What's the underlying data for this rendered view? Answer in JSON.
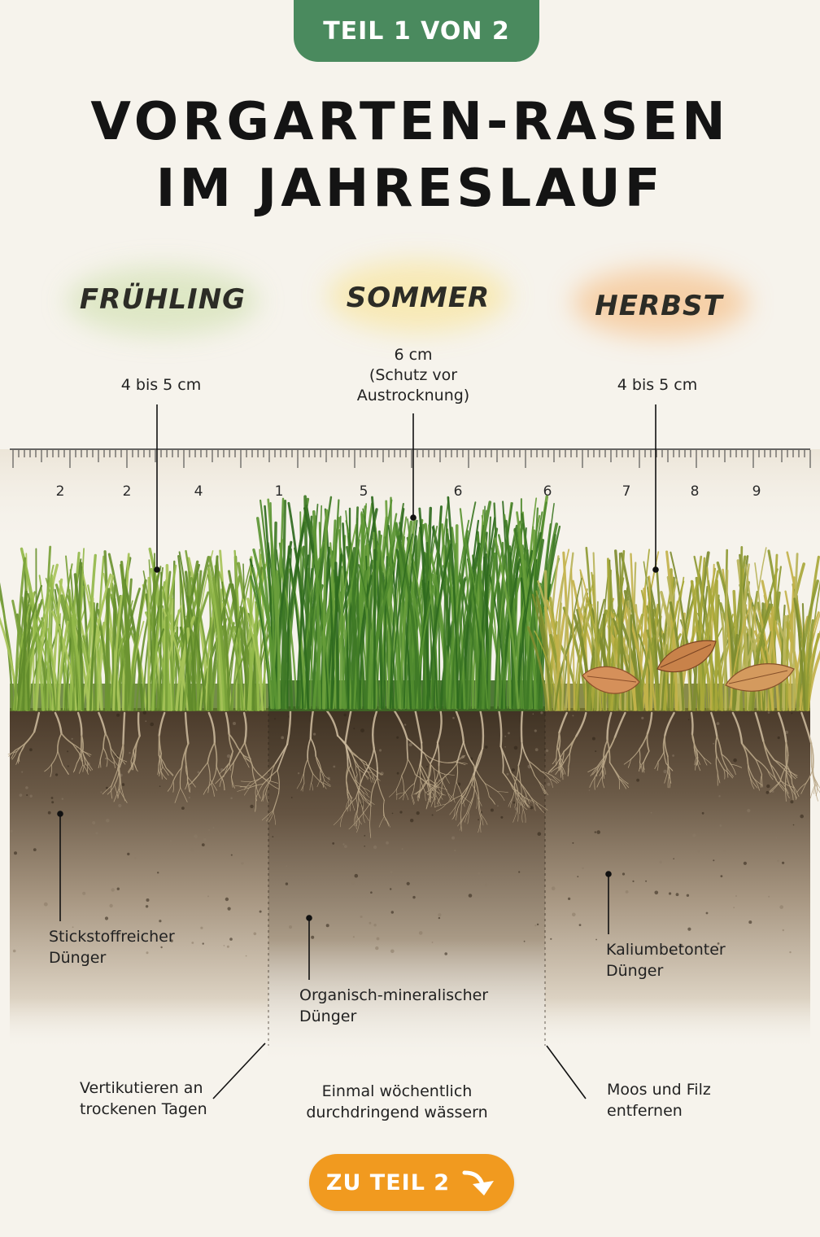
{
  "badge": "TEIL 1 VON 2",
  "title": {
    "line1": "VORGARTEN-RASEN",
    "line2": "IM JAHRESLAUF"
  },
  "seasons": [
    {
      "name": "FRÜHLING",
      "height": "4 bis 5 cm",
      "fertilizer": [
        "Stickstoffreicher",
        "Dünger"
      ],
      "task": [
        "Vertikutieren an",
        "trockenen Tagen"
      ]
    },
    {
      "name": "SOMMER",
      "height": [
        "6 cm",
        "(Schutz vor",
        "Austrocknung)"
      ],
      "fertilizer": [
        "Organisch-mineralischer",
        "Dünger"
      ],
      "task": [
        "Einmal wöchentlich",
        "durchdringend wässern"
      ]
    },
    {
      "name": "HERBST",
      "height": "4 bis 5 cm",
      "fertilizer": [
        "Kaliumbetonter",
        "Dünger"
      ],
      "task": [
        "Moos und Filz",
        "entfernen"
      ]
    }
  ],
  "ruler_numbers": [
    "2",
    "2",
    "4",
    "1",
    "5",
    "6",
    "6",
    "7",
    "8",
    "9"
  ],
  "next_button": {
    "label": "ZU TEIL 2",
    "icon": "arrow-down-right-icon"
  },
  "colors": {
    "badge_green": "#4a8a5e",
    "button_orange": "#f19a1f",
    "spring_blob": "#d6e3b8",
    "summer_blob": "#f8e7a8",
    "autumn_blob": "#f6c796"
  }
}
